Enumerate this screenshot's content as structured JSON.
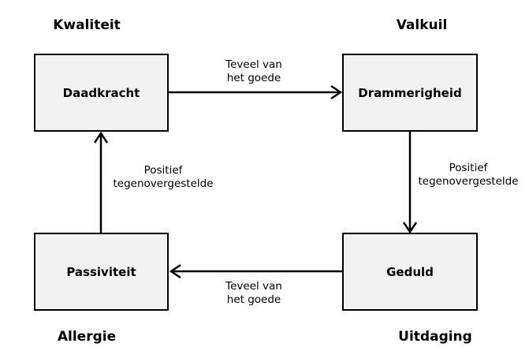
{
  "labels": {
    "quality": "Kwaliteit",
    "pitfall": "Valkuil",
    "allergy": "Allergie",
    "challenge": "Uitdaging"
  },
  "boxes": {
    "top_left": "Daadkracht",
    "top_right": "Drammerigheid",
    "bottom_right": "Geduld",
    "bottom_left": "Passiviteit"
  },
  "edges": {
    "top": {
      "line1": "Teveel van",
      "line2": "het goede"
    },
    "right": {
      "line1": "Positief",
      "line2": "tegenovergestelde"
    },
    "bottom": {
      "line1": "Teveel van",
      "line2": "het goede"
    },
    "left": {
      "line1": "Positief",
      "line2": "tegenovergestelde"
    }
  },
  "colors": {
    "box_fill": "#f2f2f2",
    "stroke": "#000000"
  }
}
